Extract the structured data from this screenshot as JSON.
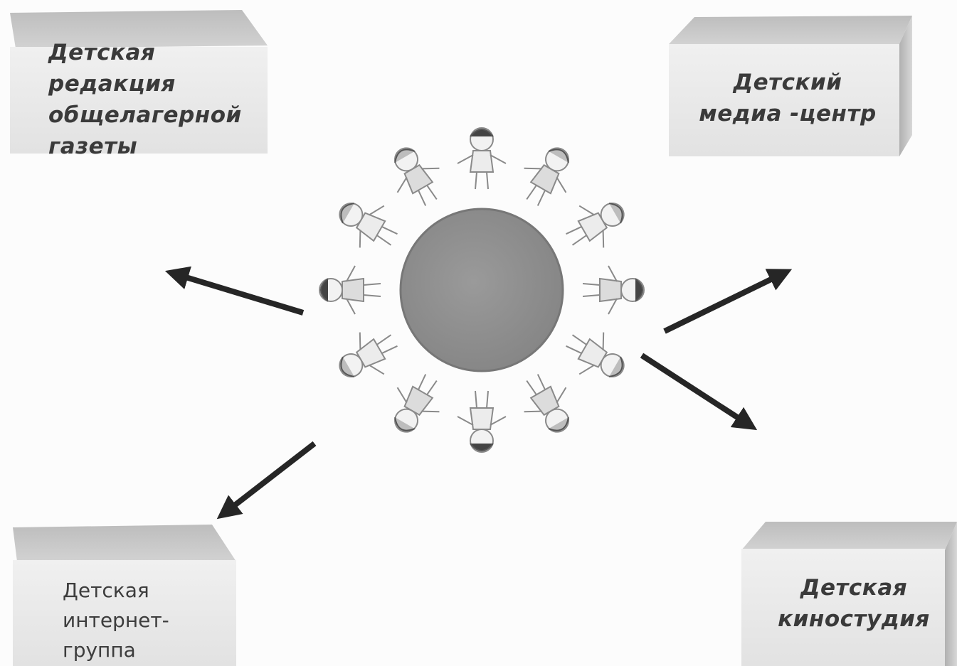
{
  "diagram": {
    "boxes": [
      {
        "id": "newspaper",
        "text": "Детская\nредакция\nобщелагерной\nгазеты"
      },
      {
        "id": "mediacenter",
        "text": "Детский\nмедиа -центр"
      },
      {
        "id": "internet",
        "text": "Детская\nинтернет-\nгруппа"
      },
      {
        "id": "cinema",
        "text": "Детская\nкиностудия"
      }
    ],
    "center": {
      "icon": "children-around-globe-icon"
    },
    "arrows": [
      {
        "from": "center",
        "to": "newspaper"
      },
      {
        "from": "center",
        "to": "mediacenter"
      },
      {
        "from": "center",
        "to": "internet"
      },
      {
        "from": "center",
        "to": "cinema"
      }
    ]
  },
  "colors": {
    "box_front": "#e6e6e6",
    "box_top": "#c4c4c4",
    "box_side": "#b5b5b5",
    "globe": "#8f8f8f",
    "arrow": "#262626",
    "text": "#3a3a3a"
  }
}
